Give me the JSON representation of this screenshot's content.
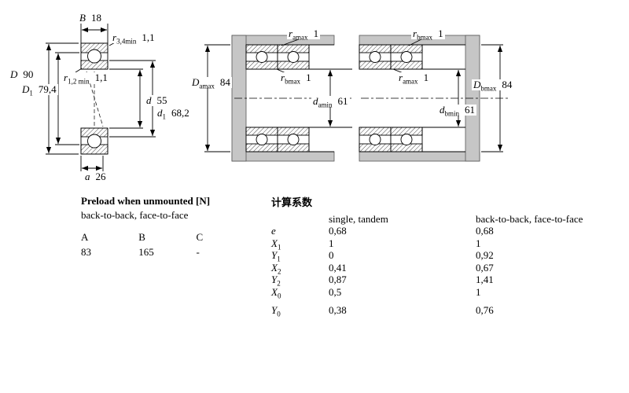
{
  "colors": {
    "housing_gray": "#c6c6c6",
    "line": "#000000"
  },
  "left_drawing": {
    "dims": {
      "B": {
        "sym": "B",
        "sub": "",
        "value": "18"
      },
      "r34": {
        "sym": "r",
        "sub": "3,4min",
        "value": "1,1"
      },
      "D": {
        "sym": "D",
        "sub": "",
        "value": "90"
      },
      "r12": {
        "sym": "r",
        "sub": "1,2 min",
        "value": "1,1"
      },
      "D1": {
        "sym": "D",
        "sub": "1",
        "value": "79,4"
      },
      "d": {
        "sym": "d",
        "sub": "",
        "value": "55"
      },
      "d1": {
        "sym": "d",
        "sub": "1",
        "value": "68,2"
      },
      "a": {
        "sym": "a",
        "sub": "",
        "value": "26"
      }
    }
  },
  "arrangement1": {
    "dims": {
      "ra": {
        "sym": "r",
        "sub": "amax",
        "value": "1"
      },
      "Da": {
        "sym": "D",
        "sub": "amax",
        "value": "84"
      },
      "rb": {
        "sym": "r",
        "sub": "bmax",
        "value": "1"
      },
      "da": {
        "sym": "d",
        "sub": "amin",
        "value": "61"
      }
    }
  },
  "arrangement2": {
    "dims": {
      "rb": {
        "sym": "r",
        "sub": "bmax",
        "value": "1"
      },
      "ra": {
        "sym": "r",
        "sub": "amax",
        "value": "1"
      },
      "Db": {
        "sym": "D",
        "sub": "bmax",
        "value": "84"
      },
      "db": {
        "sym": "d",
        "sub": "bmin",
        "value": "61"
      }
    }
  },
  "preload_table": {
    "title": "Preload when unmounted [N]",
    "subtitle": "back-to-back, face-to-face",
    "headers": [
      "A",
      "B",
      "C"
    ],
    "values": [
      "83",
      "165",
      "-"
    ]
  },
  "factors_table": {
    "title": "计算系数",
    "col1": "single, tandem",
    "col2": "back-to-back, face-to-face",
    "rows": [
      {
        "sym": "e",
        "sub": "",
        "v1": "0,68",
        "v2": "0,68"
      },
      {
        "sym": "X",
        "sub": "1",
        "v1": "1",
        "v2": "1"
      },
      {
        "sym": "Y",
        "sub": "1",
        "v1": "0",
        "v2": "0,92"
      },
      {
        "sym": "X",
        "sub": "2",
        "v1": "0,41",
        "v2": "0,67"
      },
      {
        "sym": "Y",
        "sub": "2",
        "v1": "0,87",
        "v2": "1,41"
      },
      {
        "sym": "X",
        "sub": "0",
        "v1": "0,5",
        "v2": "1"
      },
      {
        "sym": "Y",
        "sub": "0",
        "v1": "0,38",
        "v2": "0,76"
      }
    ]
  }
}
